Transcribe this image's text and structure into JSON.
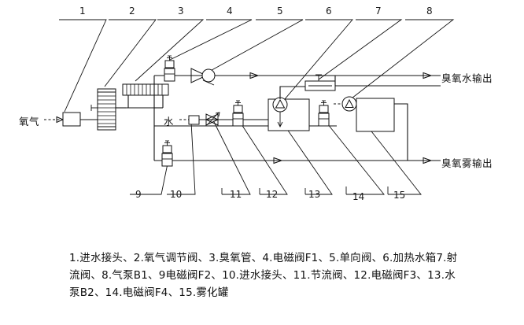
{
  "figure": {
    "title": "ozone water and ozone mist generation system schematic",
    "inputs": [
      {
        "id": "oxygen",
        "label": "氧气"
      },
      {
        "id": "water",
        "label": "水"
      }
    ],
    "outputs": [
      {
        "id": "ozone-water-output",
        "label": "臭氧水输出"
      },
      {
        "id": "ozone-mist-output",
        "label": "臭氧雾输出"
      }
    ],
    "callouts_top": [
      {
        "n": "1"
      },
      {
        "n": "2"
      },
      {
        "n": "3"
      },
      {
        "n": "4"
      },
      {
        "n": "5"
      },
      {
        "n": "6"
      },
      {
        "n": "7"
      },
      {
        "n": "8"
      }
    ],
    "callouts_bottom": [
      {
        "n": "9"
      },
      {
        "n": "10"
      },
      {
        "n": "11"
      },
      {
        "n": "12"
      },
      {
        "n": "13"
      },
      {
        "n": "14"
      },
      {
        "n": "15"
      }
    ],
    "caption": "1.进水接头、2.氧气调节阀、3.臭氧管、4.电磁阀F1、5.单向阀、6.加热水箱7.射流阀、8.气泵B1、9电磁阀F2、10.进水接头、11.节流阀、12.电磁阀F3、13.水泵B2、14.电磁阀F4、15.雾化罐",
    "legend_items": [
      {
        "n": "1",
        "name": "进水接头"
      },
      {
        "n": "2",
        "name": "氧气调节阀"
      },
      {
        "n": "3",
        "name": "臭氧管"
      },
      {
        "n": "4",
        "name": "电磁阀F1"
      },
      {
        "n": "5",
        "name": "单向阀"
      },
      {
        "n": "6",
        "name": "加热水箱"
      },
      {
        "n": "7",
        "name": "射流阀"
      },
      {
        "n": "8",
        "name": "气泵B1"
      },
      {
        "n": "9",
        "name": "电磁阀F2"
      },
      {
        "n": "10",
        "name": "进水接头"
      },
      {
        "n": "11",
        "name": "节流阀"
      },
      {
        "n": "12",
        "name": "电磁阀F3"
      },
      {
        "n": "13",
        "name": "水泵B2"
      },
      {
        "n": "14",
        "name": "电磁阀F4"
      },
      {
        "n": "15",
        "name": "雾化罐"
      }
    ],
    "colors": {
      "line": "#111111",
      "background": "#ffffff"
    }
  }
}
